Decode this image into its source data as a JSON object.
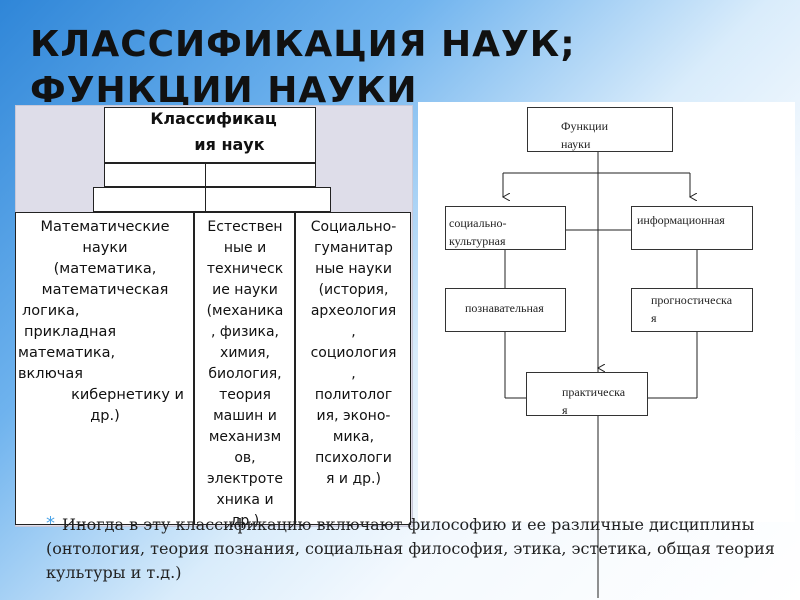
{
  "title": {
    "line1": "КЛАССИФИКАЦИЯ НАУК;",
    "line2": "ФУНКЦИИ НАУКИ"
  },
  "classification": {
    "heading_line1": "Классификац",
    "heading_line2": "ия наук",
    "columns": [
      {
        "lines": [
          "Математические",
          "науки",
          "(математика,",
          "математическая",
          "логика,",
          "прикладная",
          "математика,",
          "включая",
          "кибернетику и",
          "др.)"
        ]
      },
      {
        "lines": [
          "Естествен",
          "ные и",
          "техническ",
          "ие науки",
          "(механика",
          ", физика,",
          "химия,",
          "биология,",
          "теория",
          "машин и",
          "механизм",
          "ов,",
          "электроте",
          "хника и",
          "др.)"
        ]
      },
      {
        "lines": [
          "Социально-",
          "гуманитар",
          "ные науки",
          "(история,",
          "археология",
          ",",
          "социология",
          ",",
          "политолог",
          "ия, эконо-",
          "мика,",
          "психологи",
          "я и др.)"
        ]
      }
    ]
  },
  "functions": {
    "root_line1": "Функции",
    "root_line2": "науки",
    "social_line1": "социально-",
    "social_line2": "культурная",
    "informational": "информационная",
    "cognitive": "познавательная",
    "prognostic_line1": "прогностическа",
    "prognostic_line2": "я",
    "practical_line1": "практическа",
    "practical_line2": "я"
  },
  "note": {
    "text": "Иногда в эту классификацию включают философию и ее различные дисциплины (онтология, теория познания, социальная философия, этика, эстетика, общая теория культуры и т.д.)"
  },
  "colors": {
    "accent": "#4aa3e8"
  }
}
